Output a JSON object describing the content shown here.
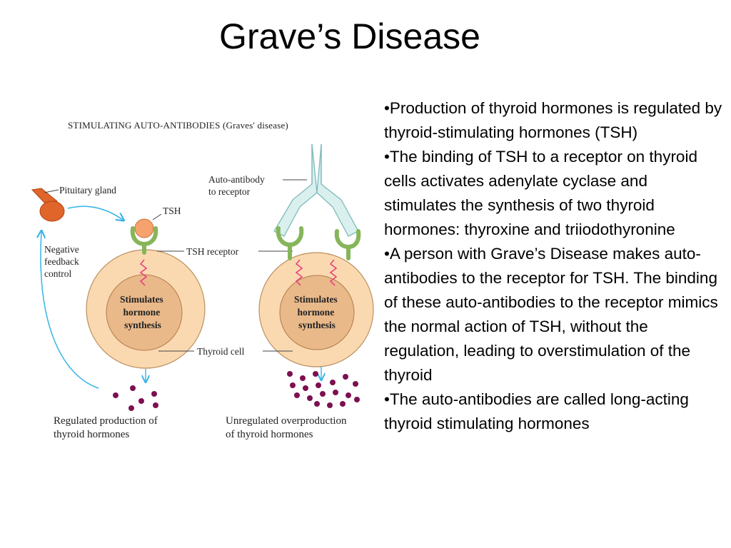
{
  "slide": {
    "title": "Grave’s Disease"
  },
  "diagram": {
    "heading": "STIMULATING AUTO-ANTIBODIES (Graves' disease)",
    "labels": {
      "pituitary": "Pituitary gland",
      "tsh": "TSH",
      "negative_feedback": [
        "Negative",
        "feedback",
        "control"
      ],
      "auto_antibody": [
        "Auto-antibody",
        "to receptor"
      ],
      "tsh_receptor": "TSH receptor",
      "thyroid_cell": "Thyroid cell",
      "cell_text": [
        "Stimulates",
        "hormone",
        "synthesis"
      ],
      "regulated_caption": [
        "Regulated production of",
        "thyroid hormones"
      ],
      "unregulated_caption": [
        "Unregulated overproduction",
        "of thyroid hormones"
      ]
    },
    "colors": {
      "cell_outer": "#fbd9b0",
      "cell_inner": "#e9b98a",
      "receptor": "#86b55a",
      "antibody": "#a3d7d6",
      "tsh_ball": "#f5a26e",
      "pituitary": "#e0652a",
      "signal": "#e8427e",
      "hormone_dot": "#7c1050",
      "arrow": "#35b3e6"
    }
  },
  "bullets": [
    "•Production of thyroid hormones is regulated by thyroid-stimulating hormones (TSH)",
    "•The binding of TSH to a receptor on thyroid cells activates adenylate cyclase and stimulates the synthesis of two thyroid hormones: thyroxine and triiodothyronine",
    "•A person with Grave’s Disease makes auto-antibodies to the receptor for TSH.  The binding of these auto-antibodies to the receptor mimics the normal action of TSH, without the regulation, leading to overstimulation of the thyroid",
    "•The auto-antibodies are called long-acting thyroid stimulating hormones"
  ]
}
